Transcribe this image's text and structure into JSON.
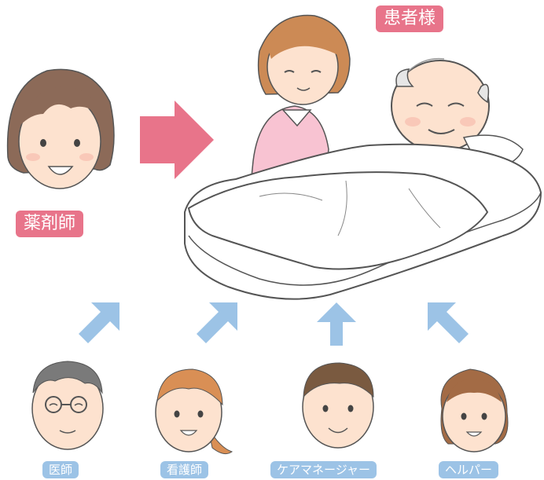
{
  "labels": {
    "patient": "患者様",
    "pharmacist": "薬剤師",
    "doctor": "医師",
    "nurse": "看護師",
    "care_manager": "ケアマネージャー",
    "helper": "ヘルパー"
  },
  "colors": {
    "accent_pink": "#e8748a",
    "accent_blue": "#9cc3e6",
    "skin": "#fde2cf",
    "outline": "#555555"
  }
}
